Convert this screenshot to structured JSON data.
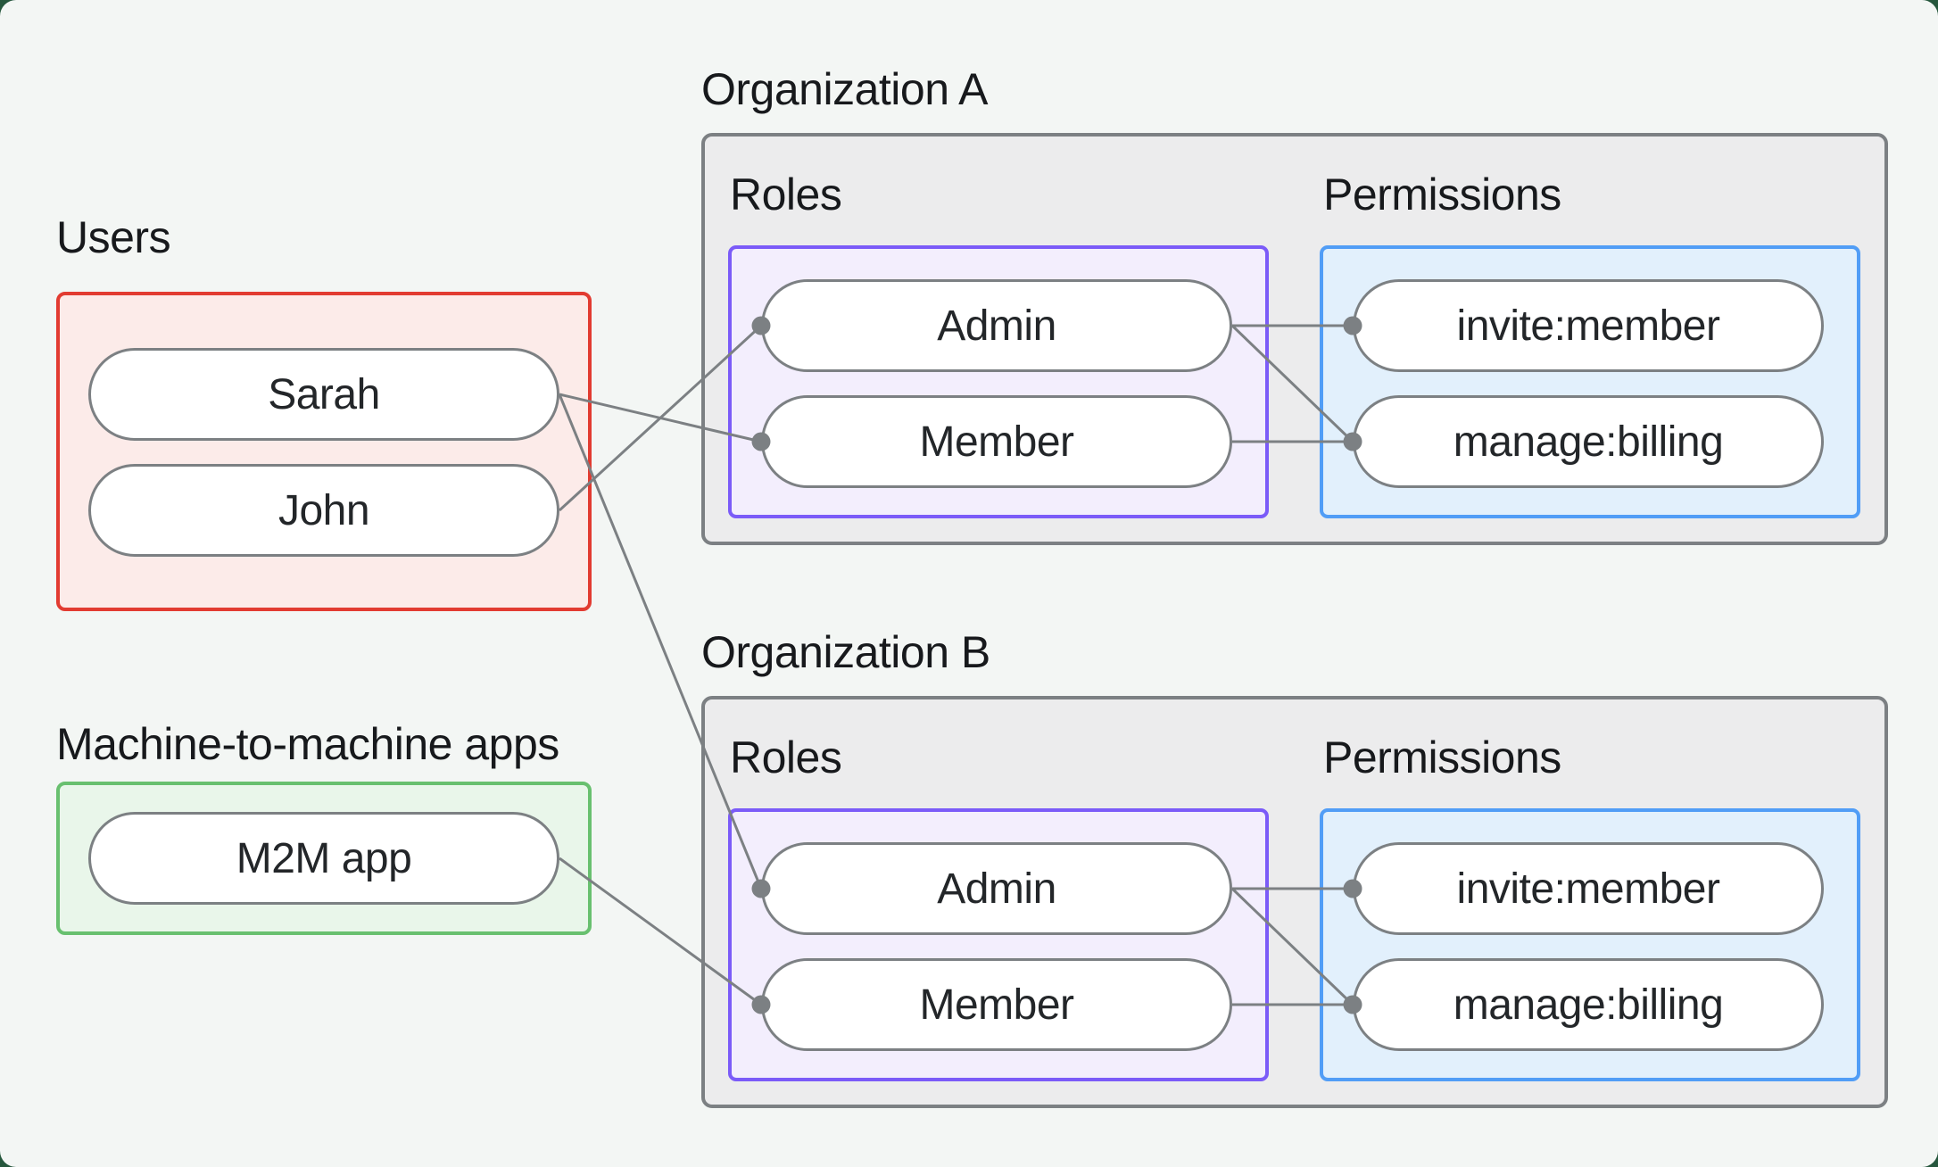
{
  "diagram": {
    "outer_background": "#26573d",
    "background": "#f3f6f4",
    "connector_color": "#7c8083",
    "text_color": "#17191c"
  },
  "users": {
    "label": "Users",
    "box_border_color": "#e23b31",
    "box_fill_color": "#fcebe9",
    "items": [
      "Sarah",
      "John"
    ]
  },
  "m2m": {
    "label": "Machine-to-machine apps",
    "box_border_color": "#68c06f",
    "box_fill_color": "#e9f6ea",
    "items": [
      "M2M app"
    ]
  },
  "org_a": {
    "title": "Organization A",
    "roles_label": "Roles",
    "permissions_label": "Permissions",
    "box_fill_color": "#ececed",
    "box_border_color": "#7c8083",
    "roles_fill_color": "#f3eefd",
    "roles_border_color": "#7b5bf8",
    "permissions_fill_color": "#e2f0fc",
    "permissions_border_color": "#519df6",
    "roles": [
      "Admin",
      "Member"
    ],
    "permissions": [
      "invite:member",
      "manage:billing"
    ]
  },
  "org_b": {
    "title": "Organization B",
    "roles_label": "Roles",
    "permissions_label": "Permissions",
    "box_fill_color": "#ececed",
    "box_border_color": "#7c8083",
    "roles_fill_color": "#f3eefd",
    "roles_border_color": "#7b5bf8",
    "permissions_fill_color": "#e2f0fc",
    "permissions_border_color": "#519df6",
    "roles": [
      "Admin",
      "Member"
    ],
    "permissions": [
      "invite:member",
      "manage:billing"
    ]
  },
  "connections": [
    {
      "from": "Sarah",
      "to": "Organization A / Member"
    },
    {
      "from": "John",
      "to": "Organization A / Admin"
    },
    {
      "from": "Sarah",
      "to": "Organization B / Admin"
    },
    {
      "from": "M2M app",
      "to": "Organization B / Member"
    },
    {
      "from": "Organization A / Admin",
      "to": "Organization A / invite:member"
    },
    {
      "from": "Organization A / Admin",
      "to": "Organization A / manage:billing"
    },
    {
      "from": "Organization A / Member",
      "to": "Organization A / manage:billing"
    },
    {
      "from": "Organization B / Admin",
      "to": "Organization B / invite:member"
    },
    {
      "from": "Organization B / Admin",
      "to": "Organization B / manage:billing"
    },
    {
      "from": "Organization B / Member",
      "to": "Organization B / manage:billing"
    }
  ]
}
